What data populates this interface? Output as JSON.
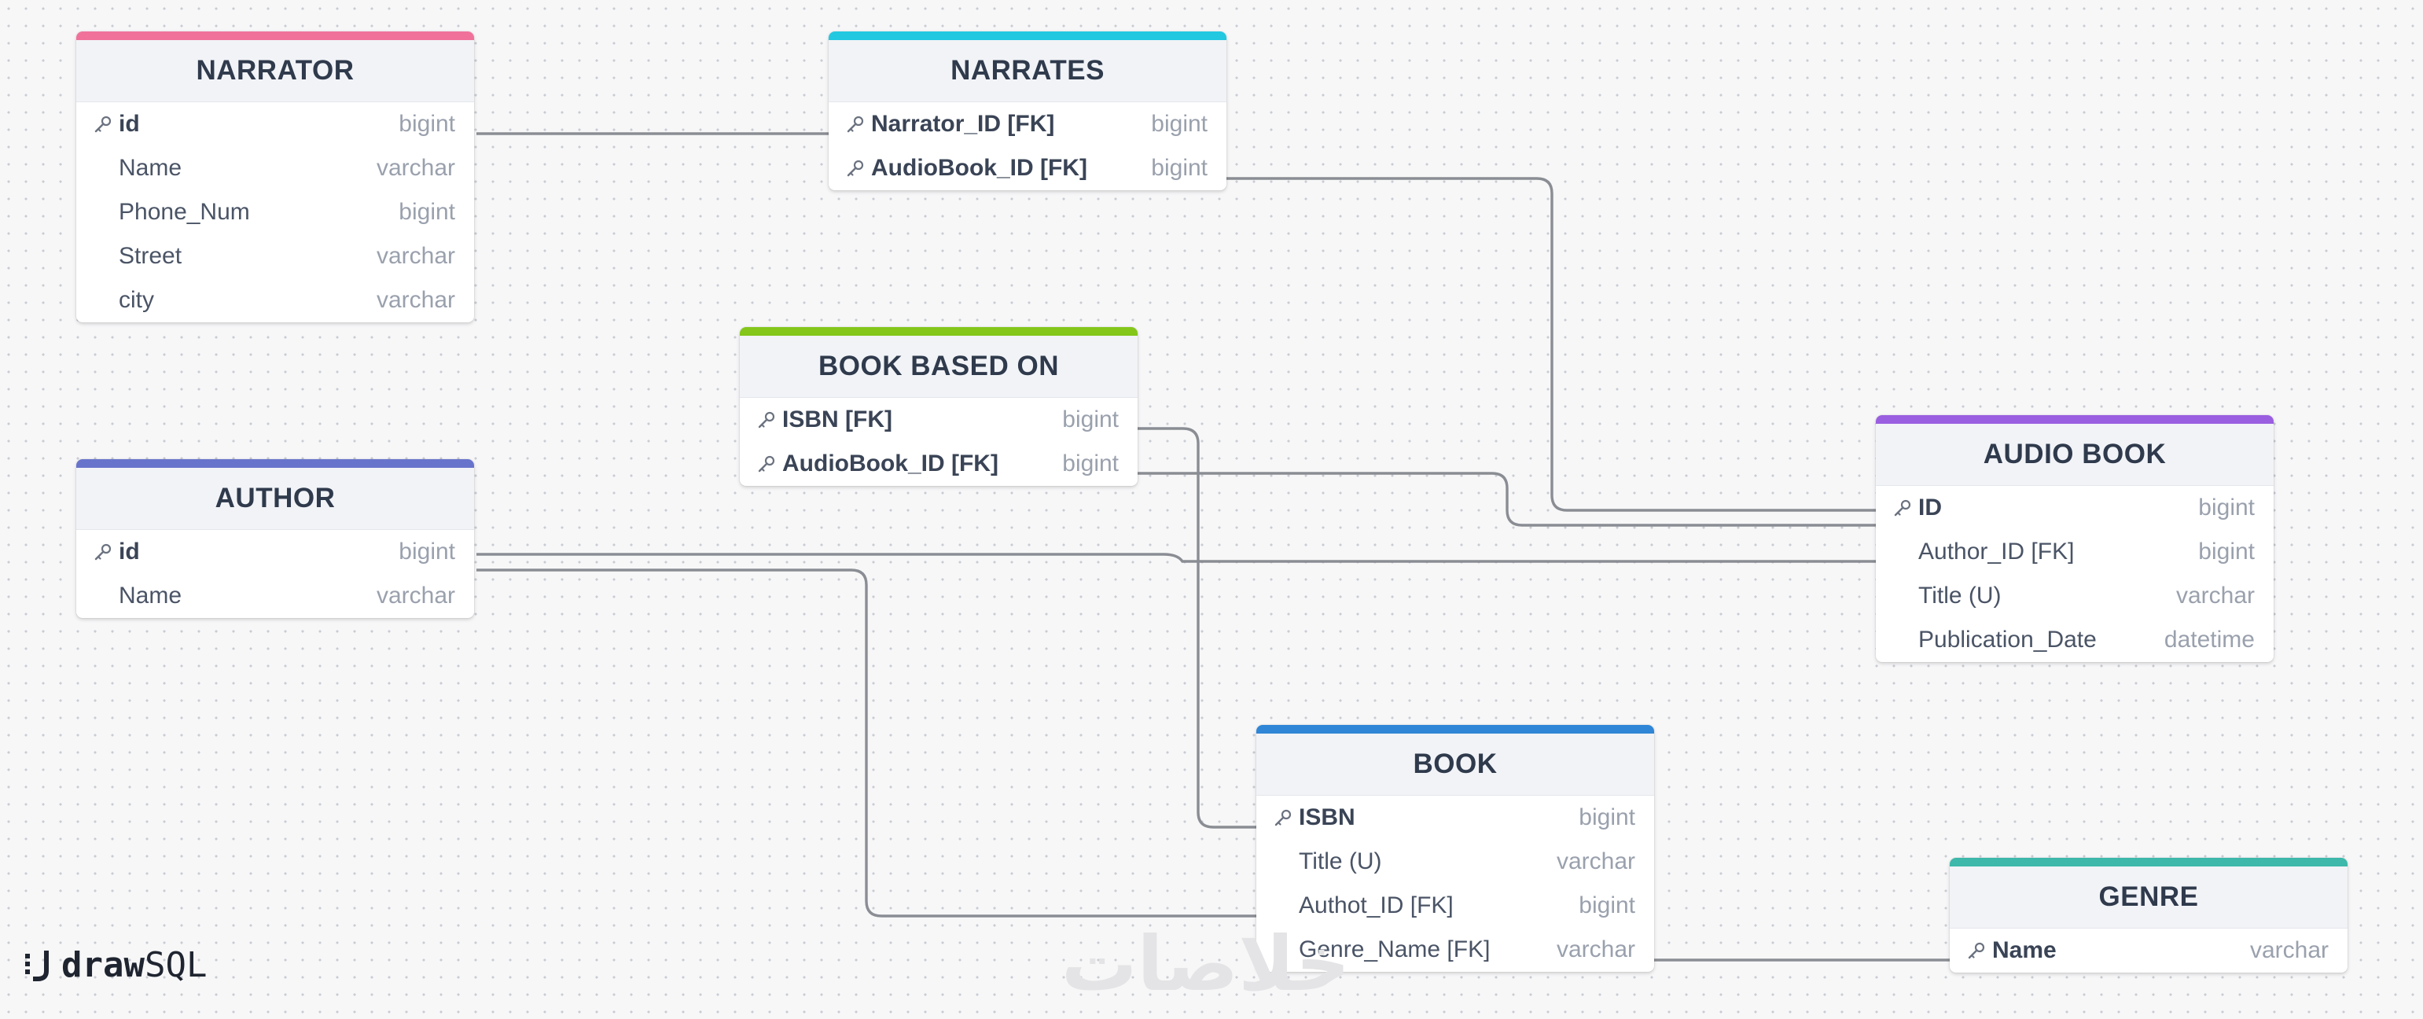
{
  "tables": {
    "narrator": {
      "title": "NARRATOR",
      "color": "#f0729b",
      "columns": [
        {
          "name": "id",
          "type": "bigint",
          "key": true
        },
        {
          "name": "Name",
          "type": "varchar",
          "key": false
        },
        {
          "name": "Phone_Num",
          "type": "bigint",
          "key": false
        },
        {
          "name": "Street",
          "type": "varchar",
          "key": false
        },
        {
          "name": "city",
          "type": "varchar",
          "key": false
        }
      ]
    },
    "narrates": {
      "title": "NARRATES",
      "color": "#22c8e0",
      "columns": [
        {
          "name": "Narrator_ID [FK]",
          "type": "bigint",
          "key": true
        },
        {
          "name": "AudioBook_ID [FK]",
          "type": "bigint",
          "key": true
        }
      ]
    },
    "book_based_on": {
      "title": "BOOK BASED ON",
      "color": "#84c61a",
      "columns": [
        {
          "name": "ISBN [FK]",
          "type": "bigint",
          "key": true
        },
        {
          "name": "AudioBook_ID [FK]",
          "type": "bigint",
          "key": true
        }
      ]
    },
    "author": {
      "title": "AUTHOR",
      "color": "#6874cc",
      "columns": [
        {
          "name": "id",
          "type": "bigint",
          "key": true
        },
        {
          "name": "Name",
          "type": "varchar",
          "key": false
        }
      ]
    },
    "audio_book": {
      "title": "AUDIO BOOK",
      "color": "#9a5fe0",
      "columns": [
        {
          "name": "ID",
          "type": "bigint",
          "key": true
        },
        {
          "name": "Author_ID [FK]",
          "type": "bigint",
          "key": false
        },
        {
          "name": "Title (U)",
          "type": "varchar",
          "key": false
        },
        {
          "name": "Publication_Date",
          "type": "datetime",
          "key": false
        }
      ]
    },
    "book": {
      "title": "BOOK",
      "color": "#2f86d6",
      "columns": [
        {
          "name": "ISBN",
          "type": "bigint",
          "key": true
        },
        {
          "name": "Title (U)",
          "type": "varchar",
          "key": false
        },
        {
          "name": "Authot_ID [FK]",
          "type": "bigint",
          "key": false
        },
        {
          "name": "Genre_Name [FK]",
          "type": "varchar",
          "key": false
        }
      ]
    },
    "genre": {
      "title": "GENRE",
      "color": "#3db8aa",
      "columns": [
        {
          "name": "Name",
          "type": "varchar",
          "key": true
        }
      ]
    }
  },
  "logo": {
    "part1": "draw",
    "part2": "SQL"
  },
  "watermark": "خلاصات",
  "connector_color": "#8a8d93"
}
